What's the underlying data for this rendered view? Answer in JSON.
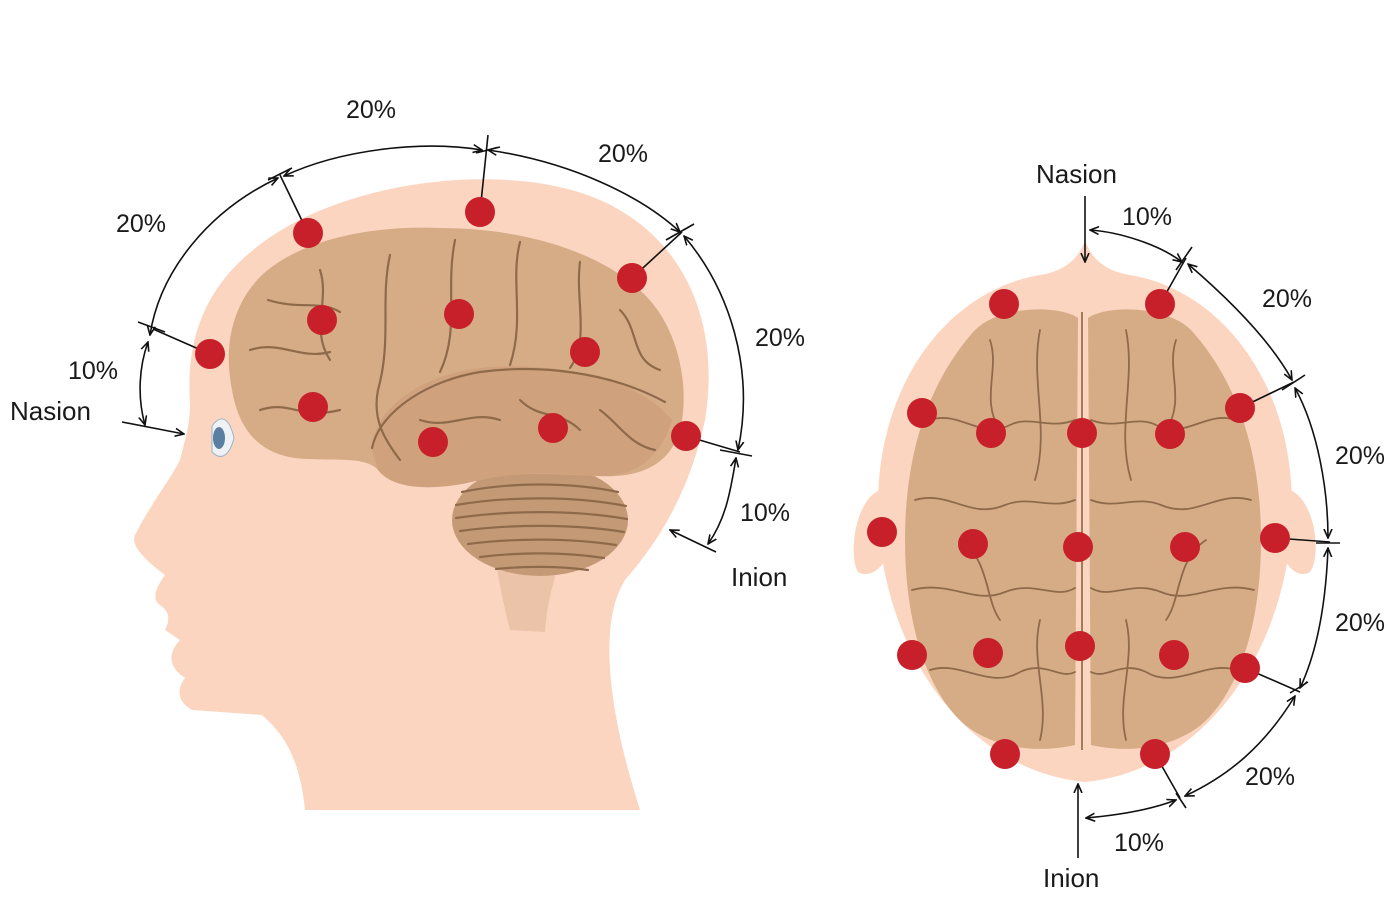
{
  "colors": {
    "skin": "#fcd5c0",
    "brain": "#d6ac87",
    "brain_shadow": "#c49872",
    "cerebellum": "#c49a76",
    "electrode": "#c8202b",
    "eye": "#5b7fa0"
  },
  "side_view": {
    "labels": {
      "nasion": "Nasion",
      "inion": "Inion"
    },
    "percentages": {
      "nasion_segment": "10%",
      "frontal_segment": "20%",
      "top_front_segment": "20%",
      "top_back_segment": "20%",
      "occipital_segment": "20%",
      "inion_segment": "10%"
    }
  },
  "top_view": {
    "labels": {
      "nasion": "Nasion",
      "inion": "Inion"
    },
    "percentages": {
      "nasion_segment": "10%",
      "front_right_segment": "20%",
      "upper_right_segment": "20%",
      "lower_right_segment": "20%",
      "back_right_segment": "20%",
      "inion_segment": "10%"
    }
  }
}
